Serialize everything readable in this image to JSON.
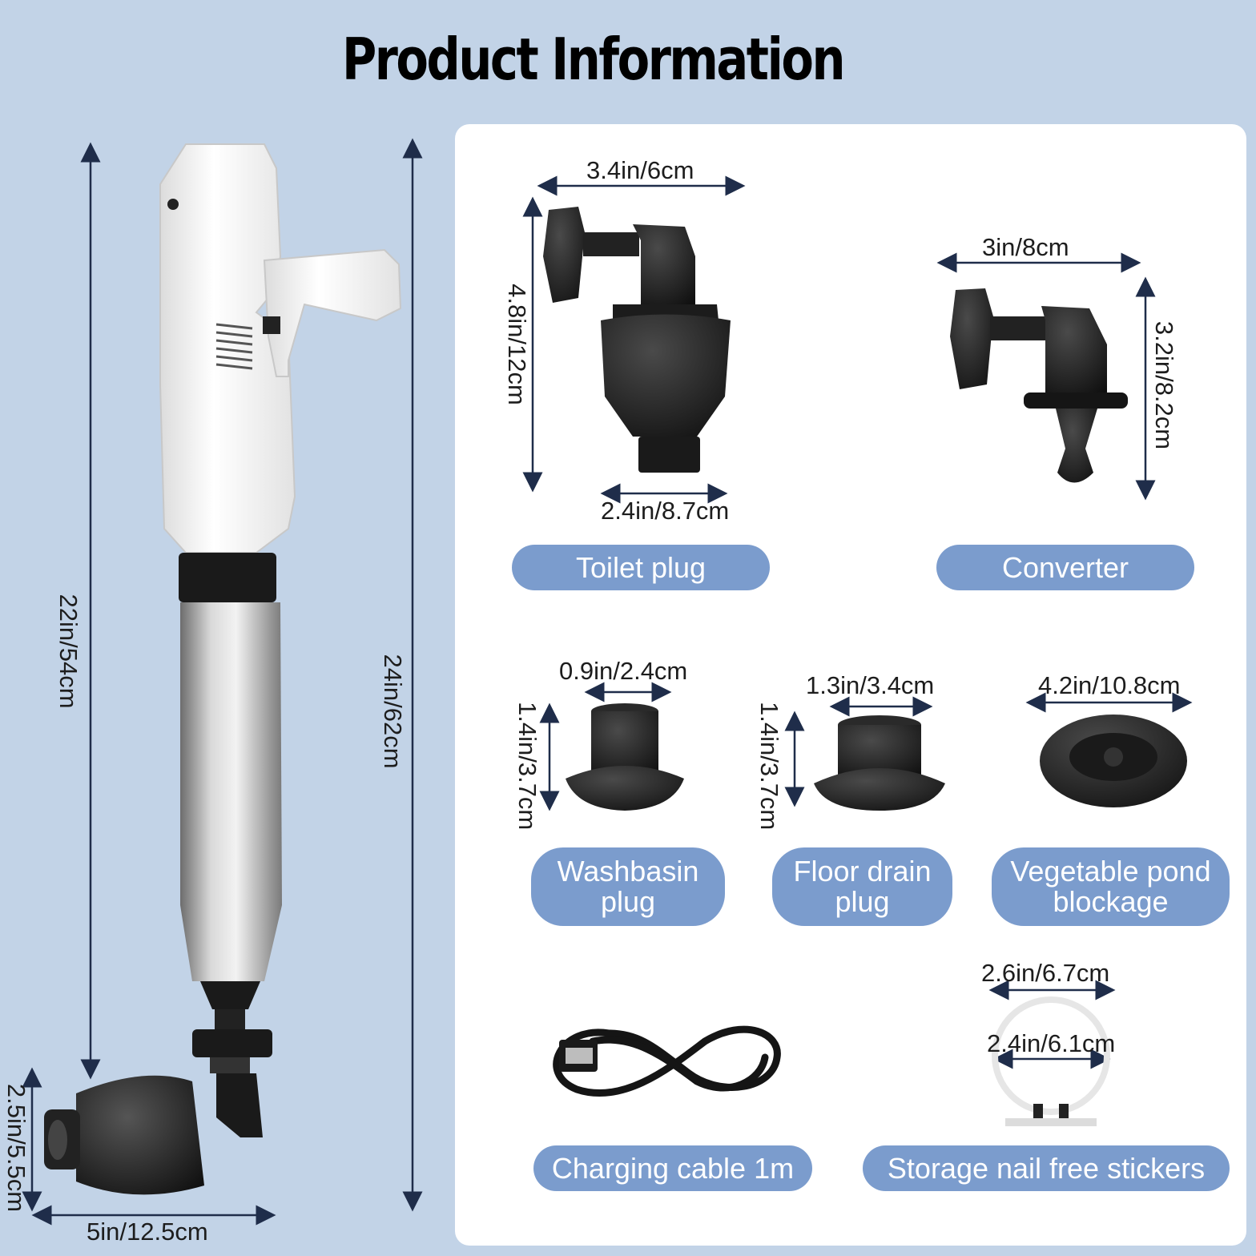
{
  "title": "Product Information",
  "device": {
    "height_label": "22in/54cm",
    "total_height_label": "24in/62cm",
    "width_label": "5in/12.5cm",
    "head_label": "2.5in/5.5cm"
  },
  "items": [
    {
      "name": "Toilet plug",
      "width": "3.4in/6cm",
      "height": "4.8in/12cm",
      "bottom": "2.4in/8.7cm"
    },
    {
      "name": "Converter",
      "width": "3in/8cm",
      "height": "3.2in/8.2cm"
    },
    {
      "name_line1": "Washbasin",
      "name_line2": "plug",
      "width": "0.9in/2.4cm",
      "height": "1.4in/3.7cm"
    },
    {
      "name_line1": "Floor drain",
      "name_line2": "plug",
      "width": "1.3in/3.4cm",
      "height": "1.4in/3.7cm"
    },
    {
      "name_line1": "Vegetable pond",
      "name_line2": "blockage",
      "width": "4.2in/10.8cm"
    },
    {
      "name": "Charging cable 1m"
    },
    {
      "name": "Storage nail free stickers",
      "outer": "2.6in/6.7cm",
      "inner": "2.4in/6.1cm"
    }
  ],
  "colors": {
    "background": "#c2d3e7",
    "pill": "#7b9ccd",
    "panel": "#ffffff"
  }
}
